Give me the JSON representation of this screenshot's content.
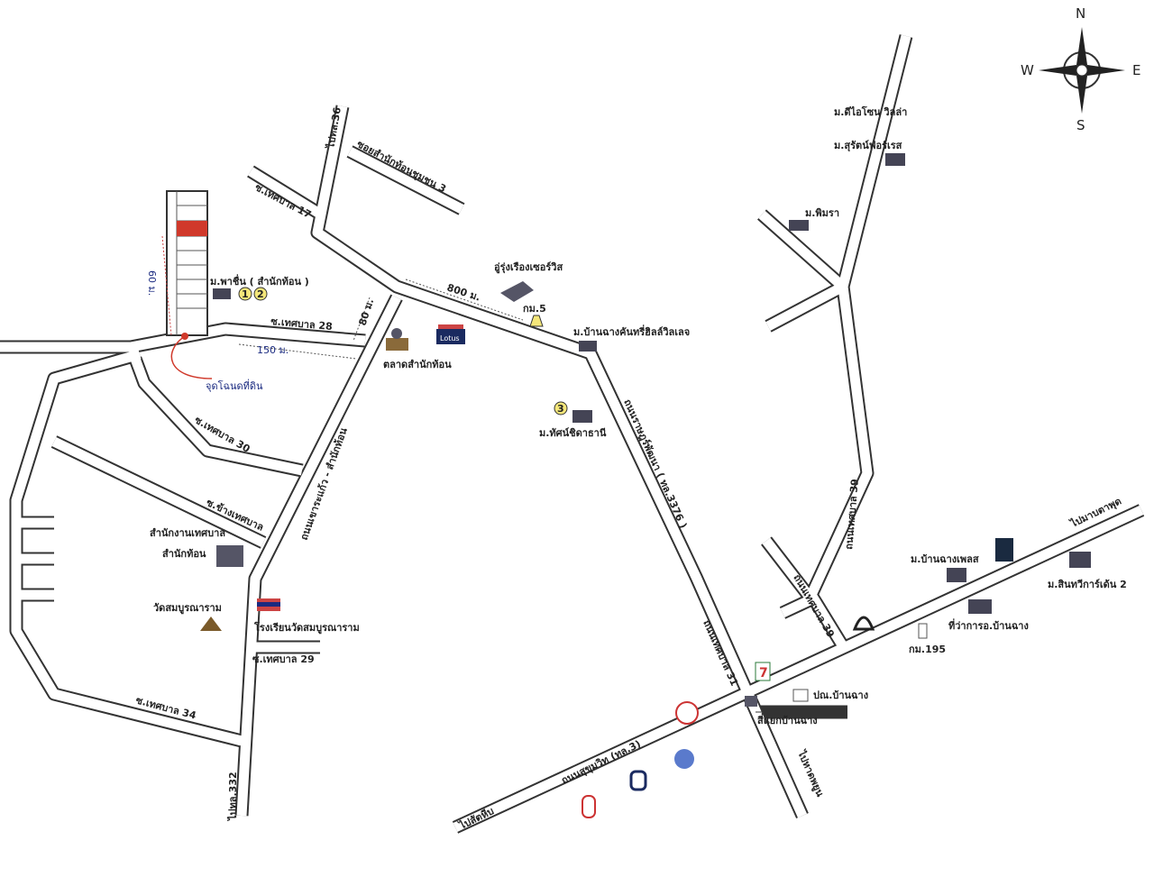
{
  "compass": {
    "n": "N",
    "s": "S",
    "e": "E",
    "w": "W"
  },
  "roads": {
    "to_36": "ไปทล.36",
    "soi_samnakthon": "ซอยสำนักท้อนชุมชน 3",
    "soi_17": "ซ.เทศบาล 17",
    "soi_28": "ซ.เทศบาล 28",
    "soi_30": "ซ.เทศบาล 30",
    "soi_beside": "ซ.ข้างเทศบาล",
    "soi_29": "ซ.เทศบาล 29",
    "soi_34": "ซ.เทศบาล 34",
    "to_332": "ไปทล.332",
    "khao_road": "ถนนเขาระแก้ว - สำนักท้อน",
    "rat_road": "ถนนราษฎร์พัฒนา ( ทล.3376 )",
    "road_31": "ถนนเทศบาล 31",
    "road_39a": "ถนนเทศบาล 39",
    "road_39b": "ถนนเทศบาล 39",
    "sukhumvit": "ถนนสุขุมวิท (ทล.3)",
    "to_sattahip": "ไปสัตหีบ",
    "to_mabtaput": "ไปมาบตาพุด",
    "to_beach": "ไปหาดพยูน"
  },
  "distances": {
    "d60": "60 ม.",
    "d80": "80 ม.",
    "d150": "150 ม.",
    "d800": "800 ม."
  },
  "places": {
    "pachuen": "ม.พาชื่น ( สำนักท้อน )",
    "circle1": "1",
    "circle2": "2",
    "circle3": "3",
    "location": "จุดโฉนดที่ดิน",
    "market": "ตลาดสำนักท้อน",
    "tesco": "Lotus",
    "rungruang": "อู่รุ่งเรืองเซอร์วิส",
    "km5": "กม.5",
    "bancharng_country": "ม.บ้านฉางคันทรี่ฮิลล์วิลเลจ",
    "tanchidathani": "ม.ทัศน์ชิดาธานี",
    "office1": "สำนักงานเทศบาล",
    "office2": "สำนักท้อน",
    "wat": "วัดสมบูรณาราม",
    "school": "โรงเรียนวัดสมบูรณาราม",
    "dio": "ม.ดีไอโซน วิลล่า",
    "surat": "ม.สุรัตน์ฟอร์เรส",
    "pimra": "ม.พิมรา",
    "bancharng_place": "ม.บ้านฉางเพลส",
    "sinthavee": "ม.สินทวีการ์เด้น 2",
    "district": "ที่ว่าการอ.บ้านฉาง",
    "km195": "กม.195",
    "post": "ปณ.บ้านฉาง",
    "junction": "สี่แยกบ้านฉาง",
    "seven": "7"
  },
  "colors": {
    "plot": "#d0392b",
    "marker": "#1a2a80"
  }
}
